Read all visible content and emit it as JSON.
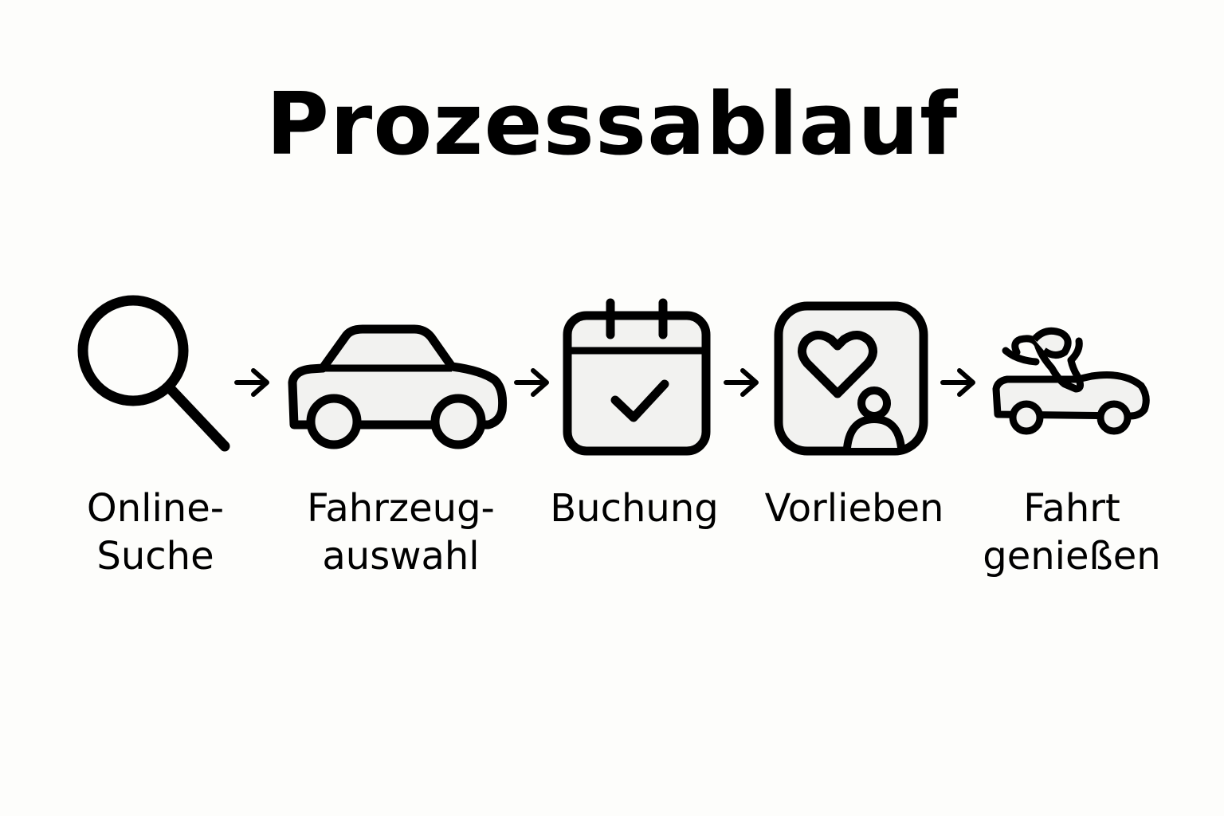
{
  "title": "Prozessablauf",
  "steps": [
    {
      "icon": "magnifier-icon",
      "label": "Online-\nSuche"
    },
    {
      "icon": "car-icon",
      "label": "Fahrzeug-\nauswahl"
    },
    {
      "icon": "calendar-check-icon",
      "label": "Buchung"
    },
    {
      "icon": "heart-person-icon",
      "label": "Vorlieben"
    },
    {
      "icon": "convertible-driver-icon",
      "label": "Fahrt\ngenießen"
    }
  ],
  "connector_icon": "arrow-right-icon",
  "colors": {
    "background": "#fdfdfb",
    "stroke": "#000000",
    "icon_fill": "#f2f2f0"
  }
}
